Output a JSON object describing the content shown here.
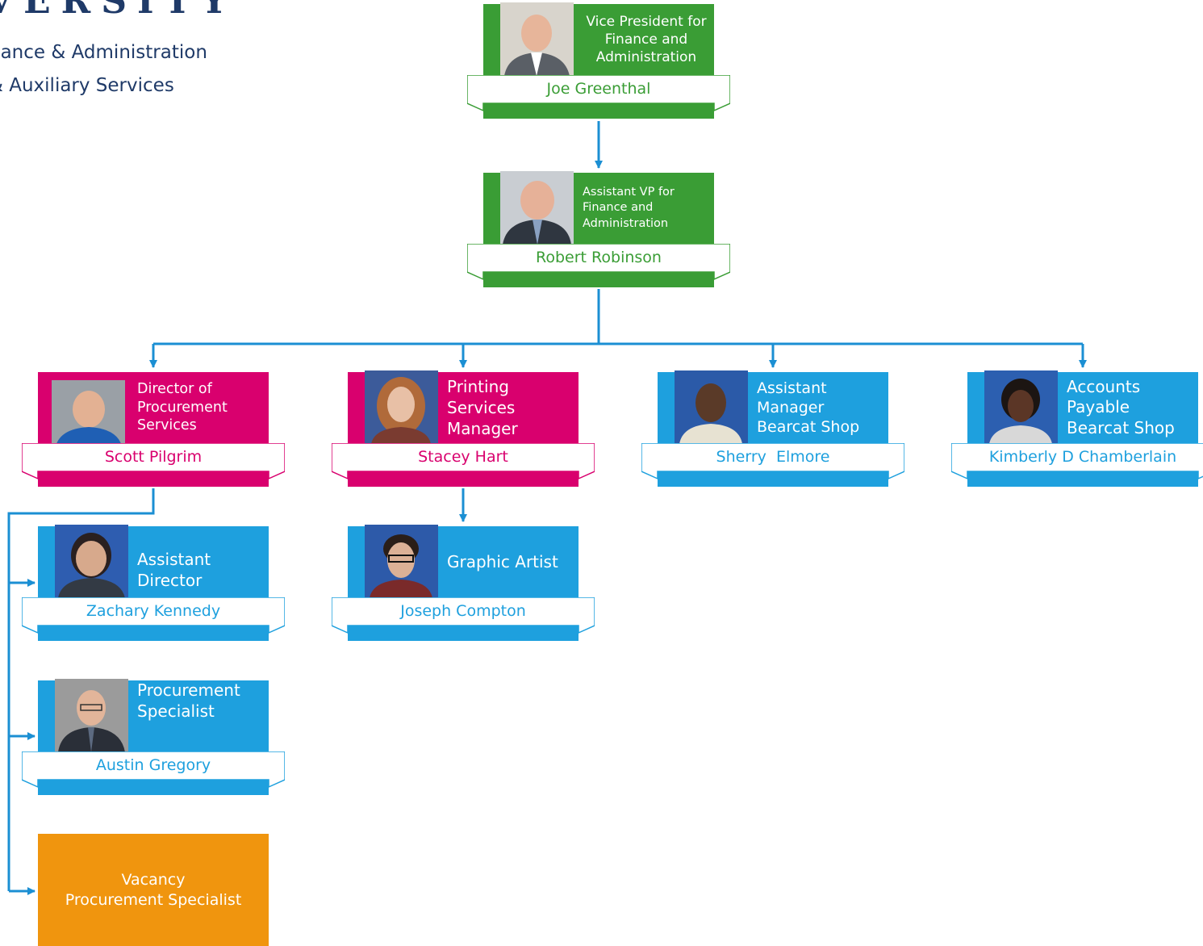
{
  "header": {
    "university": "VERSITY",
    "line1": "nance & Administration",
    "line2": "& Auxiliary Services"
  },
  "colors": {
    "green": "#3a9d35",
    "magenta": "#d9006e",
    "blue": "#1ea0de",
    "orange": "#f0950e",
    "connector": "#1b8fd3",
    "navy": "#1f3a68"
  },
  "people": {
    "vp": {
      "title": "Vice President for Finance and Administration",
      "name": "Joe Greenthal"
    },
    "avp": {
      "title": "Assistant VP for Finance and Administration",
      "name": "Robert Robinson"
    },
    "director": {
      "title": "Director of Procurement Services",
      "name": "Scott Pilgrim"
    },
    "printing": {
      "title": "Printing Services Manager",
      "name": "Stacey Hart"
    },
    "bearcat_asst": {
      "title": "Assistant Manager Bearcat Shop",
      "name": "Sherry  Elmore"
    },
    "accounts": {
      "title": "Accounts Payable Bearcat Shop",
      "name": "Kimberly D Chamberlain"
    },
    "asst_director": {
      "title": "Assistant Director",
      "name": "Zachary Kennedy"
    },
    "graphic": {
      "title": "Graphic Artist",
      "name": "Joseph Compton"
    },
    "proc_specialist": {
      "title": "Procurement Specialist",
      "name": "Austin Gregory"
    }
  },
  "vacancy": {
    "line1": "Vacancy",
    "line2": "Procurement Specialist"
  },
  "icons": {
    "photo": "person-photo-icon",
    "arrow": "arrow-head-icon"
  }
}
